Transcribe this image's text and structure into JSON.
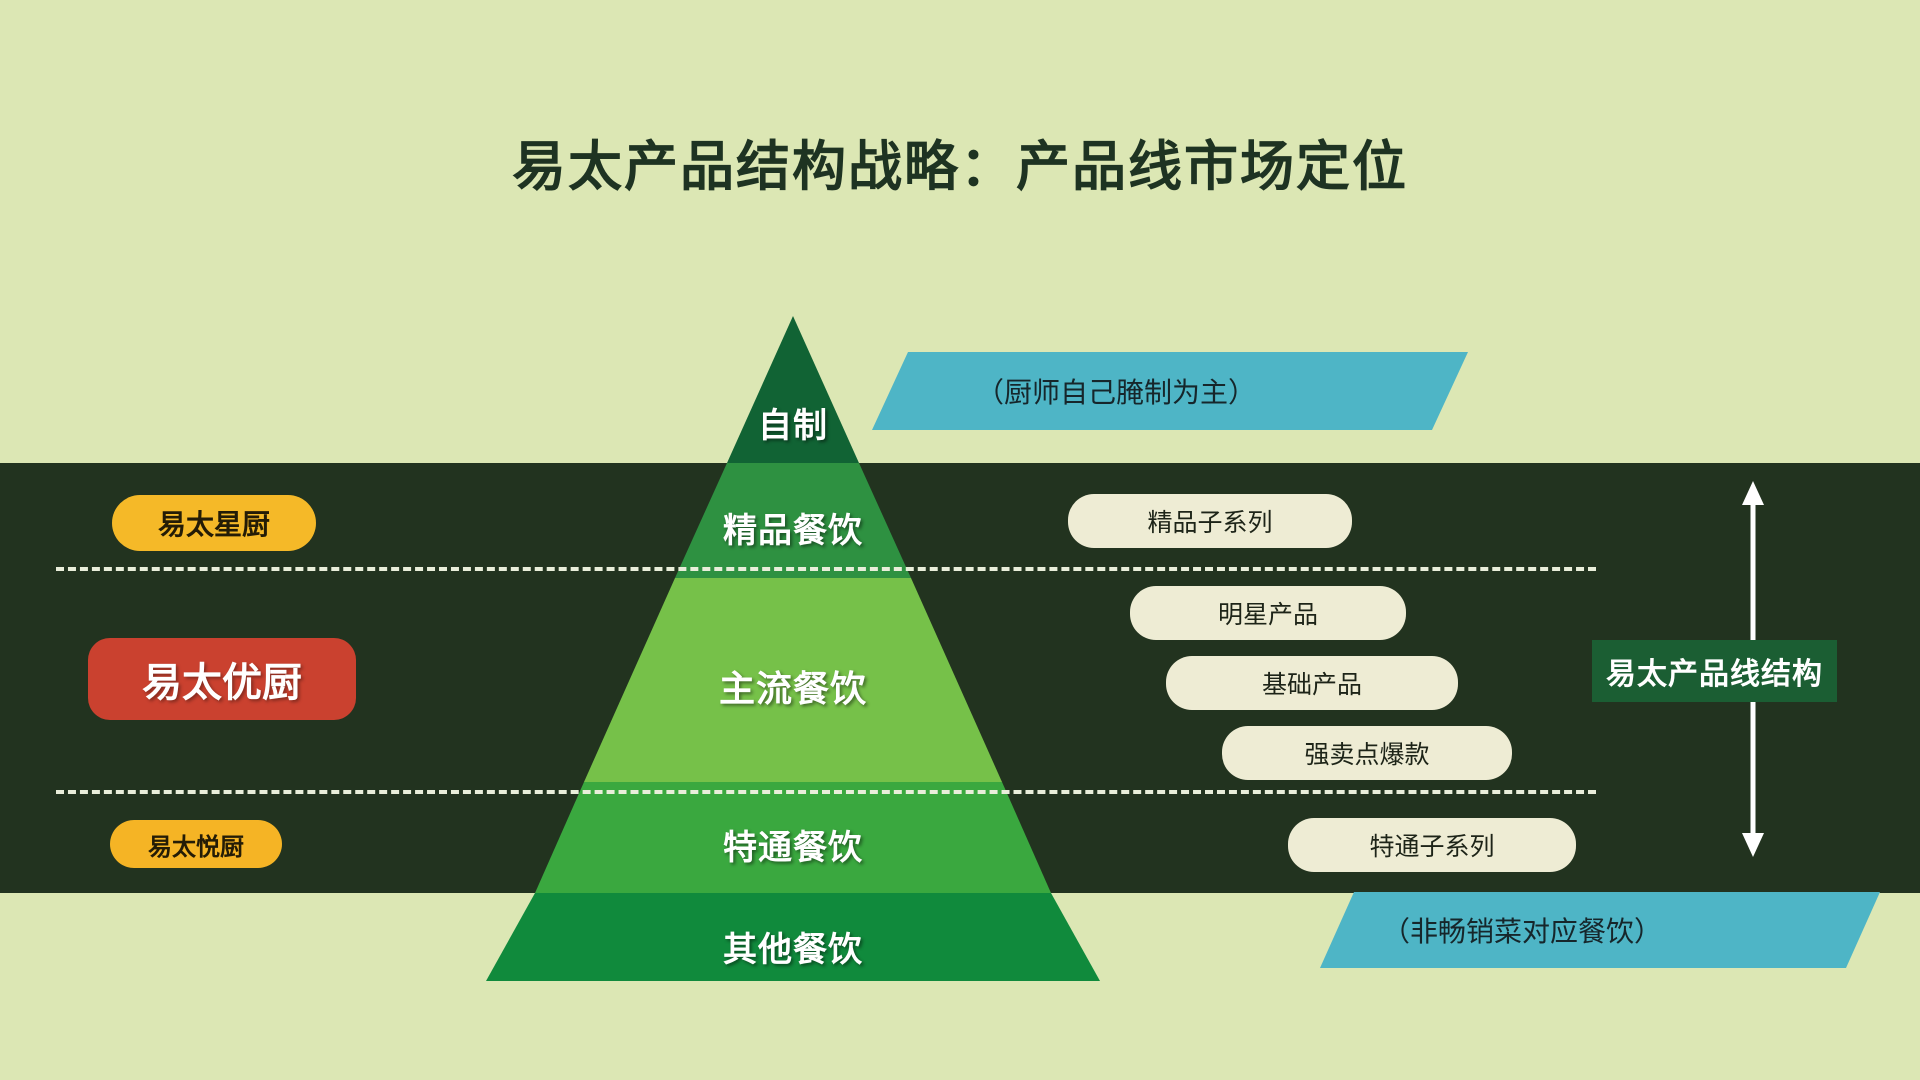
{
  "page": {
    "title": "易太产品结构战略：产品线市场定位",
    "background_color": "#dce7b4",
    "band_color": "#22331f"
  },
  "pyramid": {
    "tiers": [
      {
        "label": "自制",
        "color": "#116334",
        "text_color": "#ffffff"
      },
      {
        "label": "精品餐饮",
        "color": "#2e9141",
        "text_color": "#ffffff"
      },
      {
        "label": "主流餐饮",
        "color": "#76c149",
        "text_color": "#ffffff"
      },
      {
        "label": "特通餐饮",
        "color": "#3aa83f",
        "text_color": "#ffffff"
      },
      {
        "label": "其他餐饮",
        "color": "#108a3c",
        "text_color": "#ffffff"
      }
    ]
  },
  "brands": [
    {
      "label": "易太星厨",
      "color": "#f5b928",
      "text_color": "#241c06"
    },
    {
      "label": "易太优厨",
      "color": "#ca412f",
      "text_color": "#ffffff"
    },
    {
      "label": "易太悦厨",
      "color": "#f5b425",
      "text_color": "#241c06"
    }
  ],
  "product_tags": [
    {
      "label": "精品子系列"
    },
    {
      "label": "明星产品"
    },
    {
      "label": "基础产品"
    },
    {
      "label": "强卖点爆款"
    },
    {
      "label": "特通子系列"
    }
  ],
  "callouts": [
    {
      "label": "（厨师自己腌制为主）",
      "color": "#4eb5c6"
    },
    {
      "label": "（非畅销菜对应餐饮）",
      "color": "#4eb5c6"
    }
  ],
  "axis": {
    "label": "易太产品线结构",
    "box_color": "#1b5e33",
    "arrow_color": "#ffffff"
  },
  "separators": {
    "color": "#e9eeda",
    "style": "dashed"
  }
}
